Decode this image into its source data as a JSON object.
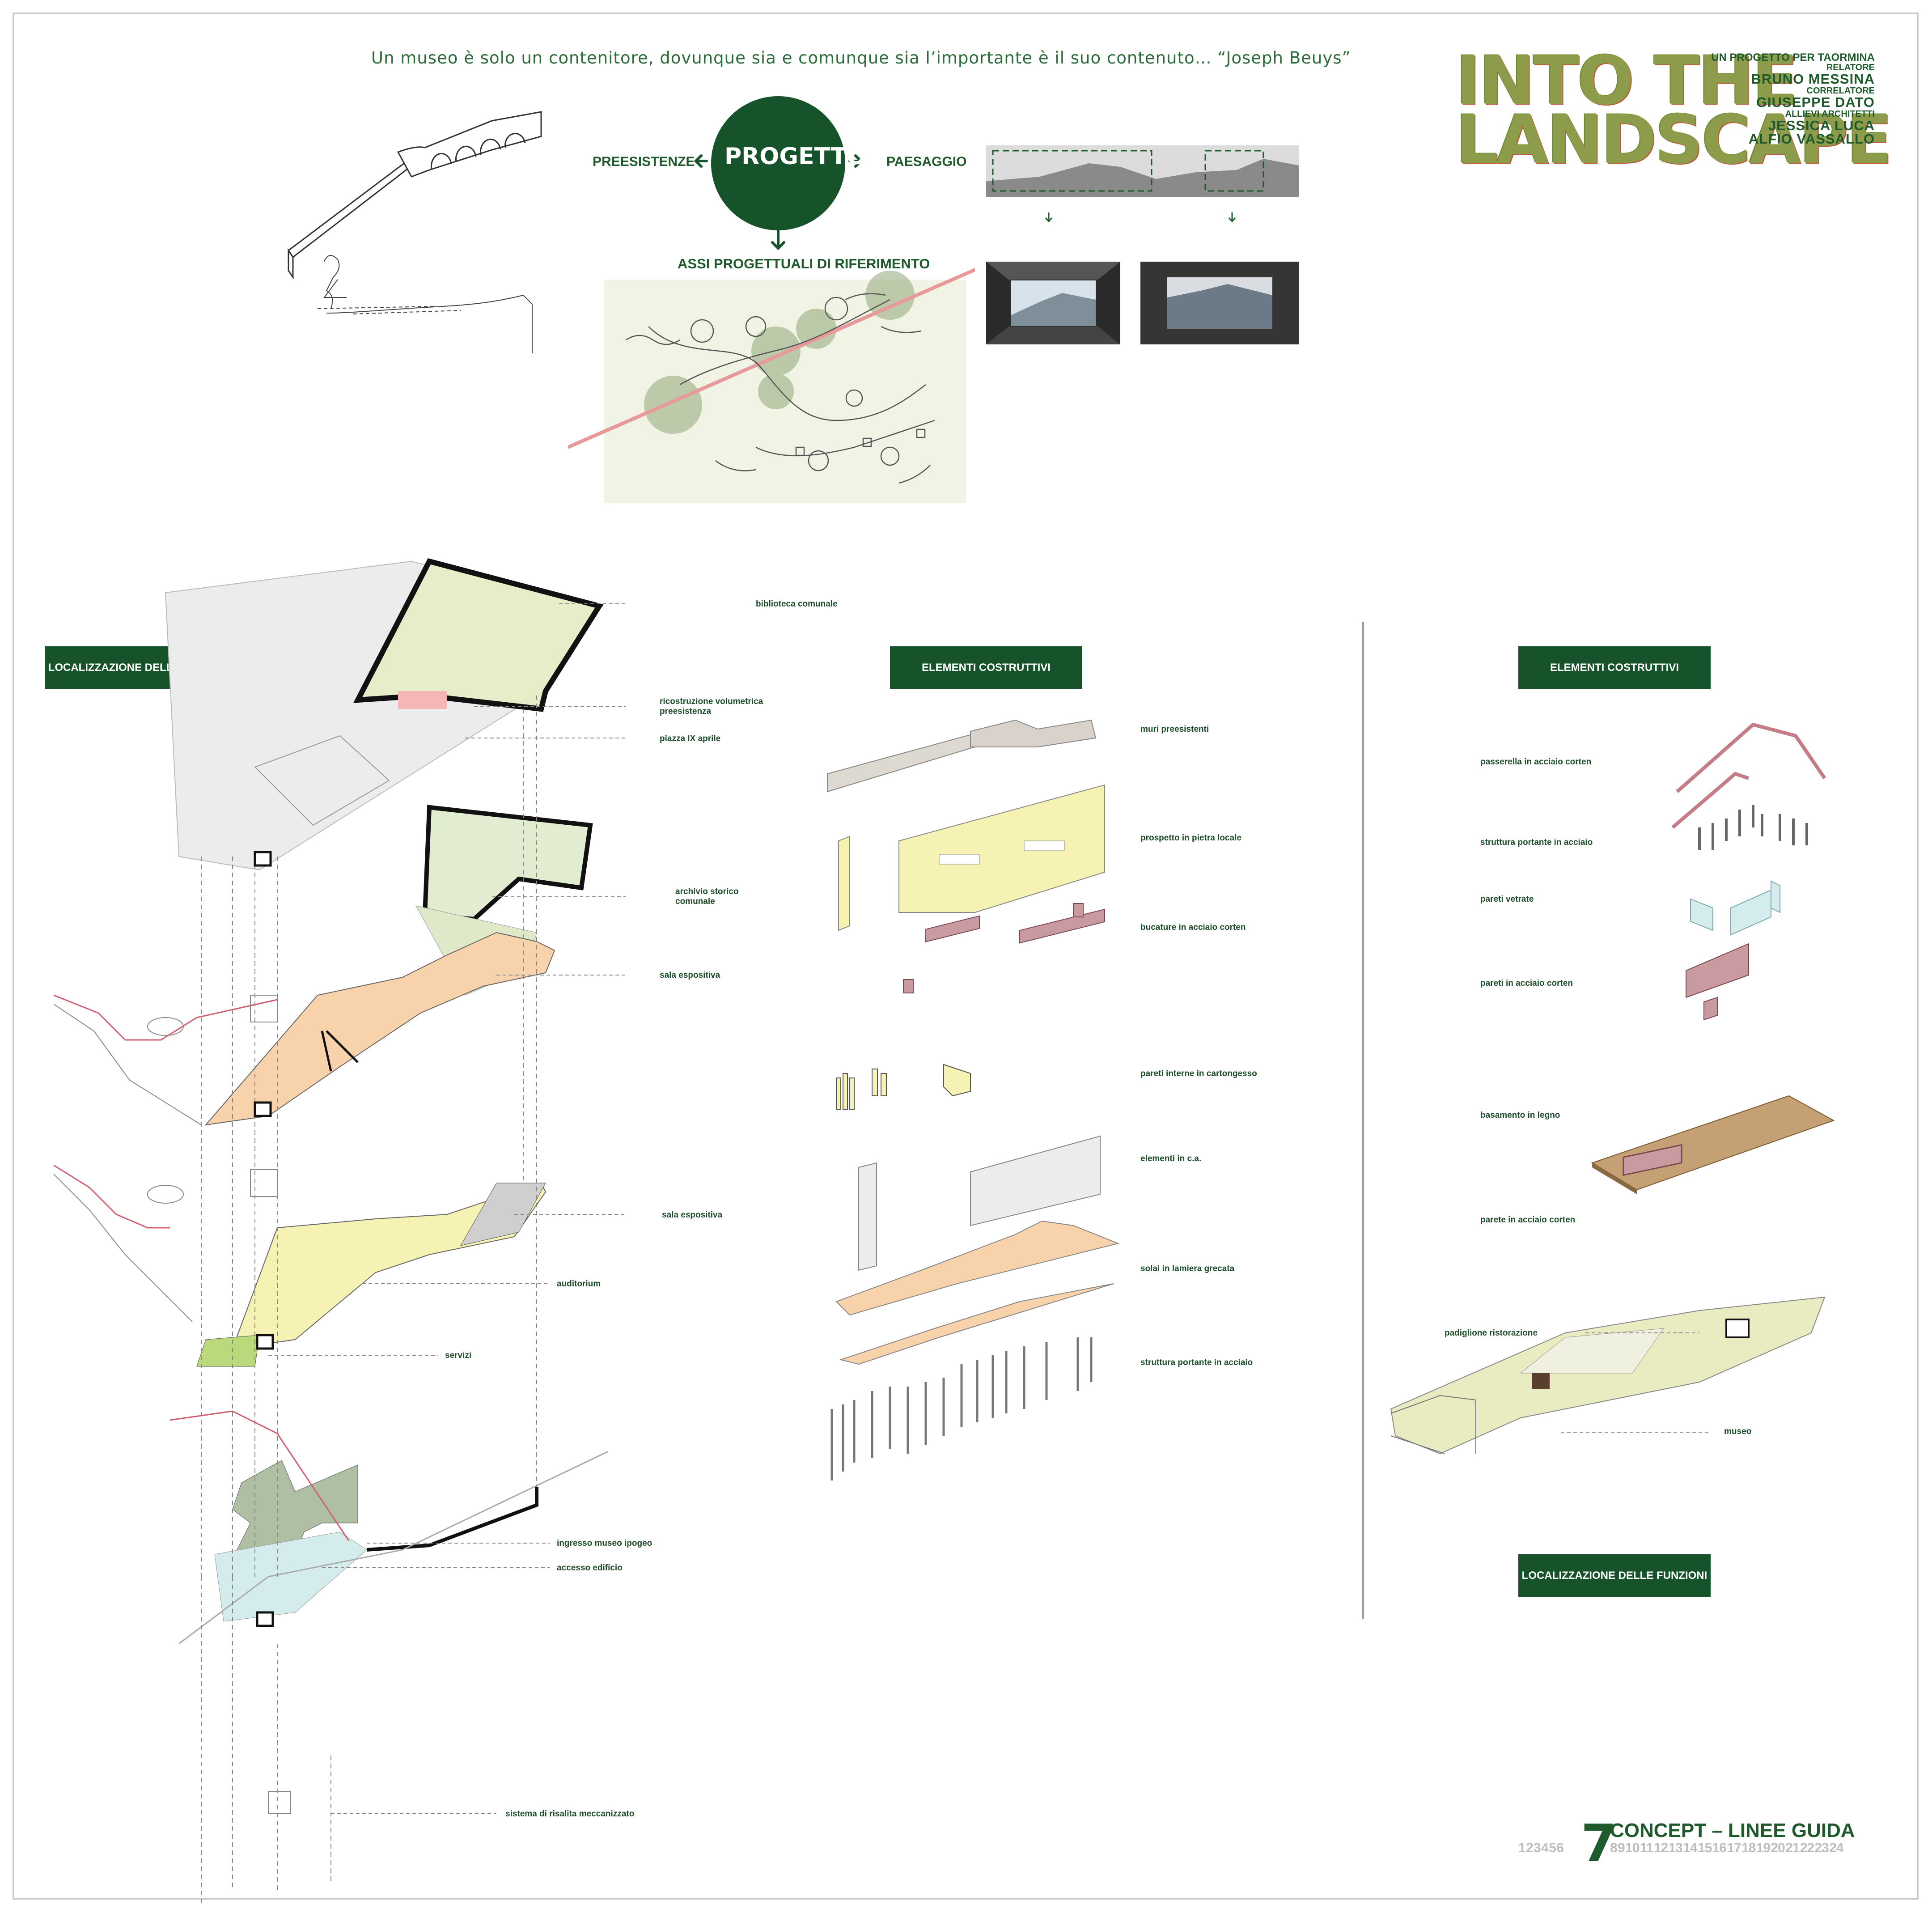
{
  "quote": "Un museo è solo un contenitore, dovunque sia e comunque sia l’importante è il suo contenuto… “Joseph Beuys”",
  "title": {
    "line1": "INTO THE",
    "line2": "LANDSCAPE"
  },
  "credits": {
    "project": "UN PROGETTO PER TAORMINA",
    "relatore_label": "RELATORE",
    "relatore": "BRUNO MESSINA",
    "correlatore_label": "CORRELATORE",
    "correlatore": "GIUSEPPE DATO",
    "allievi_label": "ALLIEVI ARCHITETTI",
    "allievo1": "JESSICA LUCA",
    "allievo2": "ALFIO VASSALLO"
  },
  "concept": {
    "center": "PROGETTO",
    "left": "PREESISTENZE",
    "right": "PAESAGGIO",
    "below": "ASSI PROGETTUALI DI RIFERIMENTO"
  },
  "sections": {
    "left_header": "LOCALIZZAZIONE DELLE FUNZIONI",
    "middle_header": "ELEMENTI COSTRUTTIVI",
    "right_header": "ELEMENTI COSTRUTTIVI",
    "right_footer": "LOCALIZZAZIONE DELLE FUNZIONI"
  },
  "functions": {
    "biblioteca": "biblioteca comunale",
    "ricostruzione": "ricostruzione volumetrica preesistenza",
    "piazza": "piazza IX aprile",
    "archivio": "archivio storico comunale",
    "sala1": "sala espositiva",
    "sala2": "sala espositiva",
    "auditorium": "auditorium",
    "servizi": "servizi",
    "ingresso": "ingresso museo ipogeo",
    "accesso": "accesso edificio",
    "risalita": "sistema di risalita meccanizzato"
  },
  "elements_mid": {
    "muri": "muri preesistenti",
    "prospetto": "prospetto in pietra locale",
    "bucature": "bucature in acciaio corten",
    "cartongesso": "pareti interne in cartongesso",
    "ca": "elementi in c.a.",
    "solai": "solai in lamiera grecata",
    "struttura": "struttura portante in acciaio"
  },
  "elements_right": {
    "passerella": "passerella in acciaio corten",
    "struttura": "struttura portante in acciaio",
    "vetrate": "pareti vetrate",
    "corten": "pareti in acciaio corten",
    "basamento": "basamento in legno",
    "parete": "parete in acciaio corten",
    "padiglione": "padiglione ristorazione",
    "museo": "museo"
  },
  "footer": {
    "page_number": "7",
    "title": "CONCEPT – LINEE GUIDA",
    "pages_before": "1 2 3 4 5 6",
    "pages_after": "8 9 10 11 12 13 14 15 16 17 18 19 20 21 22 23 24"
  },
  "colors": {
    "green": "#16532a",
    "beige": "#e4e8c4",
    "peach": "#f8d2ab",
    "yellow": "#f6f2b4",
    "corten": "#c99aa0",
    "sage": "#aebfa4",
    "light_blue": "#d5ecec"
  }
}
